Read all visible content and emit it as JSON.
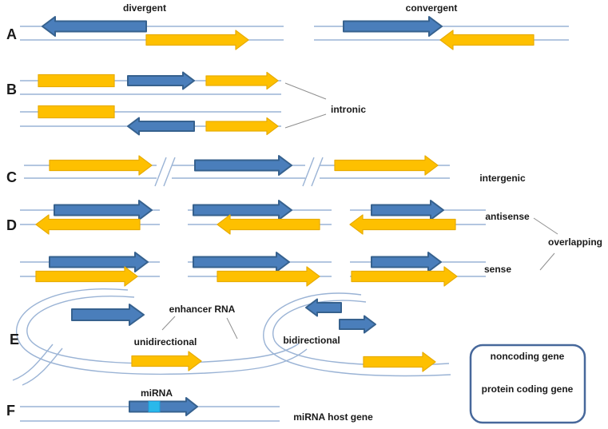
{
  "rows": {
    "A": {
      "letter": "A",
      "divergent": "divergent",
      "convergent": "convergent"
    },
    "B": {
      "letter": "B",
      "intronic": "intronic"
    },
    "C": {
      "letter": "C",
      "intergenic": "intergenic"
    },
    "D": {
      "letter": "D",
      "antisense": "antisense",
      "sense": "sense",
      "overlapping": "overlapping"
    },
    "E": {
      "letter": "E",
      "enhancer_rna": "enhancer RNA",
      "unidirectional": "unidirectional",
      "bidirectional": "bidirectional"
    },
    "F": {
      "letter": "F",
      "mirna": "miRNA",
      "mirna_host_gene": "miRNA host gene"
    }
  },
  "legend": {
    "noncoding": "noncoding gene",
    "protein_coding": "protein coding gene"
  },
  "colors": {
    "noncoding_fill": "#4a7ebb",
    "noncoding_stroke": "#36618e",
    "coding_fill": "#fec000",
    "coding_stroke": "#e8ac00",
    "strand_line": "#9ab3d5",
    "mirna_mark": "#2ab8ea",
    "mirna_mark_stroke": "#1d9cd8",
    "legend_border": "#47689b",
    "connector": "#8f8f8f",
    "text": "#1a1a1a",
    "background": "#ffffff"
  }
}
